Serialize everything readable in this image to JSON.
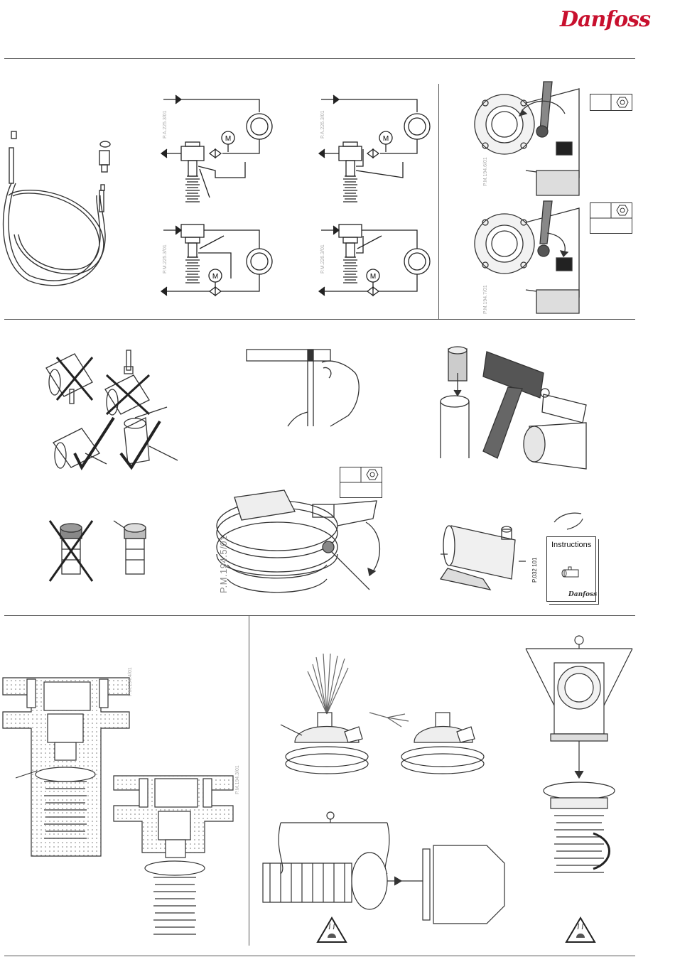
{
  "brand": {
    "logo_text": "Danfoss",
    "color": "#c8102e"
  },
  "diagram_codes": {
    "c1": "P.A.225.3/01",
    "c2": "P.A.226.3/01",
    "c3": "P.M.225.3/01",
    "c4": "P.M.226.3/01",
    "c5": "P.M.194.6/01",
    "c6": "P.M.194.7/01",
    "c7": "P.M.194.5/01",
    "c8": "P.M.194.4/01",
    "c9": "P.M.194.3/01"
  },
  "motor_label": "M",
  "instructions": {
    "title": "Instructions",
    "code": "P.032 101",
    "logo": "Danfoss"
  },
  "icons": [
    "hexagon-nut-icon",
    "wrench-icon",
    "warning-hot-surface-icon"
  ]
}
